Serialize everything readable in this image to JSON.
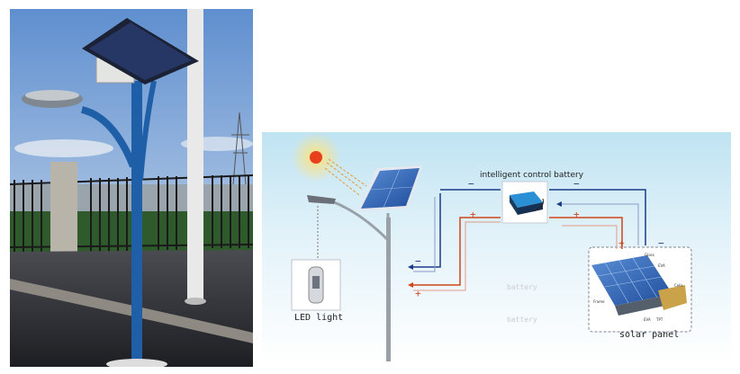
{
  "diagram": {
    "controller_label": "intelligent control battery",
    "led_label": "LED light",
    "panel_label": "solar panel",
    "ghost_labels": [
      "battery",
      "battery"
    ],
    "polarity": {
      "negative": "−",
      "positive": "+"
    },
    "panel_parts": [
      "Glass",
      "EVA",
      "Cells",
      "Frame",
      "EVA",
      "TPT"
    ]
  },
  "colors": {
    "sky": "#bfe3f2",
    "negative_wire": "#1b3b8a",
    "positive_wire": "#d0451b",
    "sun": "#e8401c",
    "pole": "#1f5fa8"
  }
}
